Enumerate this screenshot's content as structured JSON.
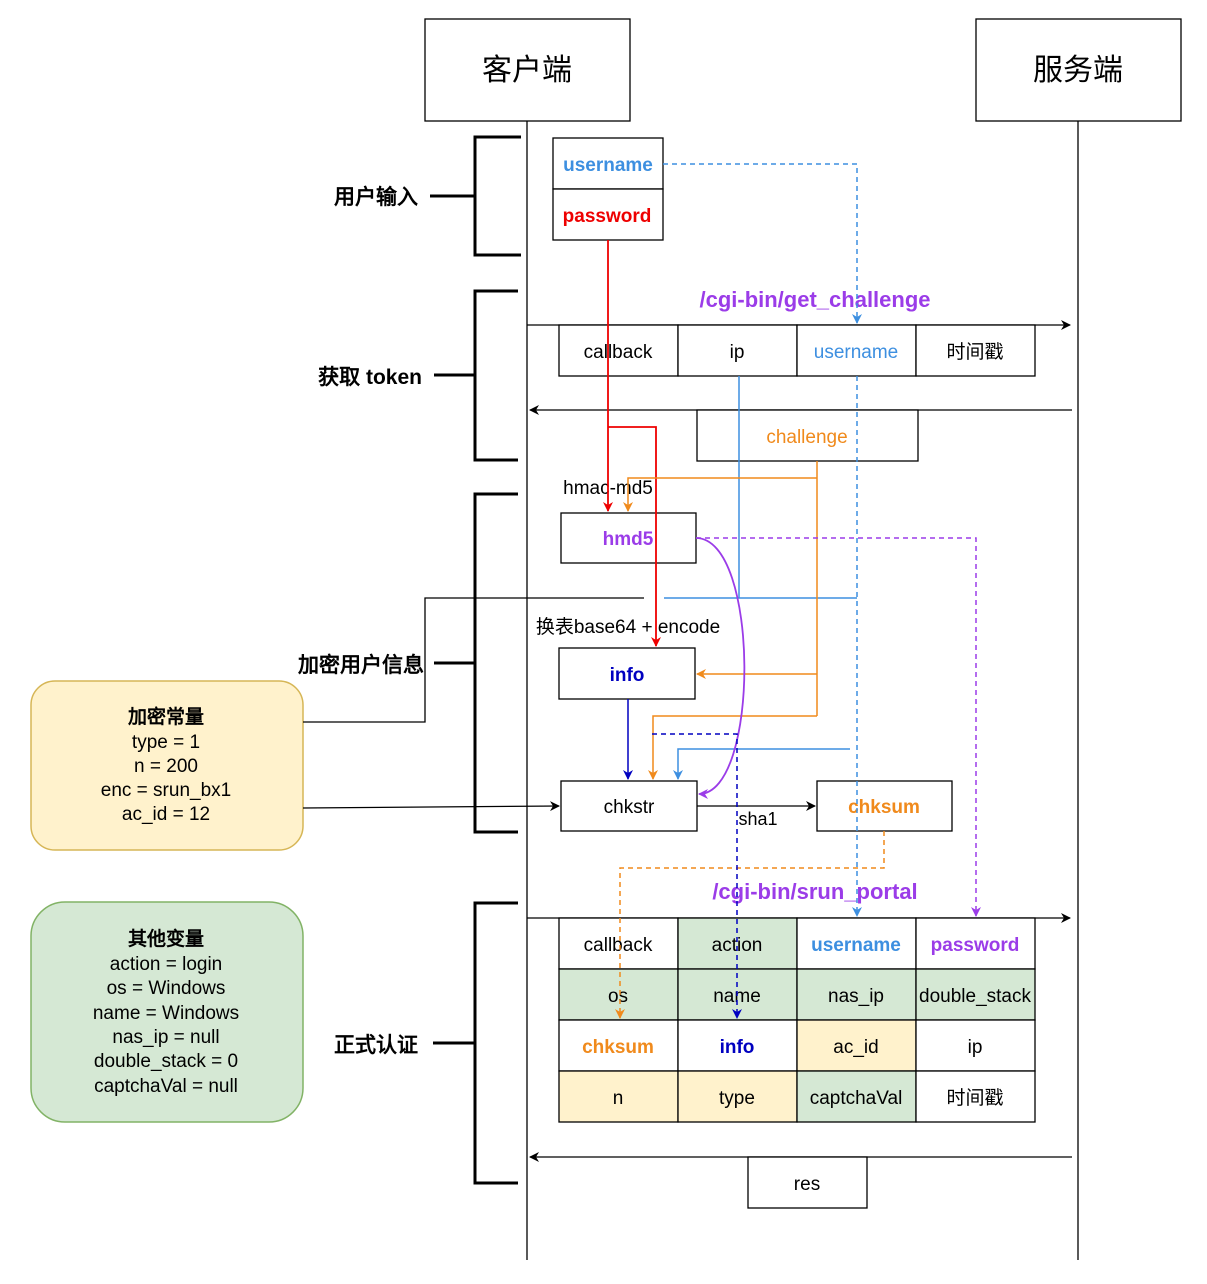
{
  "participants": {
    "client": "客户端",
    "server": "服务端"
  },
  "phases": {
    "user_input": "用户输入",
    "get_token": "获取 token",
    "encrypt": "加密用户信息",
    "auth": "正式认证"
  },
  "user_input": {
    "username": "username",
    "password": "password"
  },
  "get_challenge": {
    "endpoint": "/cgi-bin/get_challenge",
    "params": [
      "callback",
      "ip",
      "username",
      "时间戳"
    ],
    "response": "challenge"
  },
  "encryption": {
    "hmac_label": "hmac-md5",
    "hmd5": "hmd5",
    "base64_label": "换表base64 + encode",
    "info": "info",
    "chkstr": "chkstr",
    "sha1_label": "sha1",
    "chksum": "chksum"
  },
  "constants_box": {
    "title": "加密常量",
    "lines": [
      "type = 1",
      "n = 200",
      "enc = srun_bx1",
      "ac_id = 12"
    ]
  },
  "variables_box": {
    "title": "其他变量",
    "lines": [
      "action = login",
      "os = Windows",
      "name = Windows",
      "nas_ip = null",
      "double_stack = 0",
      "captchaVal = null"
    ]
  },
  "srun_portal": {
    "endpoint": "/cgi-bin/srun_portal",
    "table": [
      [
        "callback",
        "action",
        "username",
        "password"
      ],
      [
        "os",
        "name",
        "nas_ip",
        "double_stack"
      ],
      [
        "chksum",
        "info",
        "ac_id",
        "ip"
      ],
      [
        "n",
        "type",
        "captchaVal",
        "时间戳"
      ]
    ],
    "response": "res"
  },
  "colors": {
    "blue": "#3d8fe0",
    "red": "#ee0000",
    "purple": "#9b3ce8",
    "orange": "#f08a1c",
    "darkblue": "#0000c0",
    "green_fill": "#d5e8d4",
    "green_stroke": "#82b366",
    "yellow_fill": "#fff2cc",
    "yellow_stroke": "#d6b656"
  }
}
